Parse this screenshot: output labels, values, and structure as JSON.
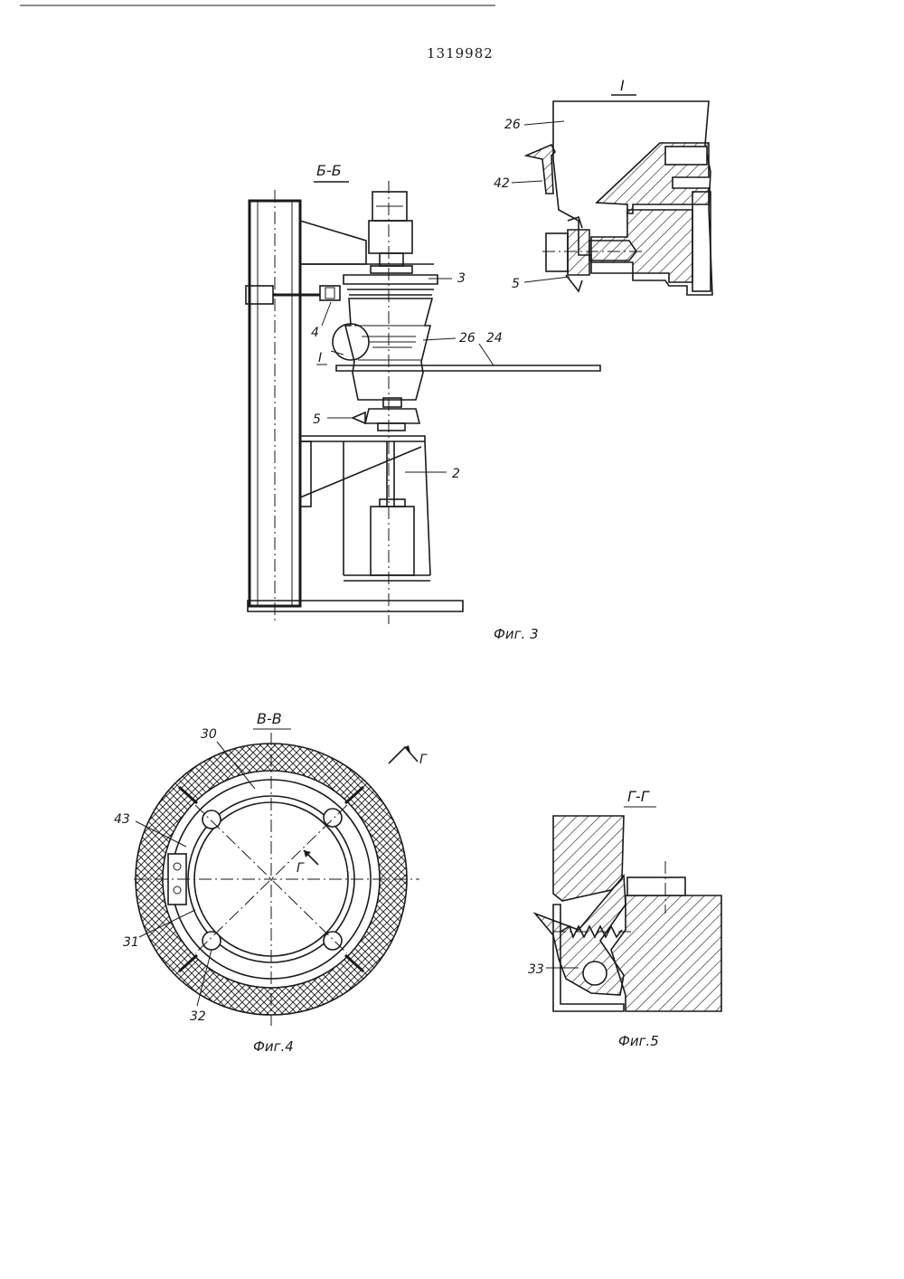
{
  "document": {
    "patent_number": "1319982"
  },
  "figure3": {
    "section_label": "Б-Б",
    "detail_marker": "I",
    "caption": "Фиг. 3",
    "labels": [
      "3",
      "4",
      "26",
      "24",
      "5",
      "2",
      "I"
    ]
  },
  "detail_I": {
    "title": "I",
    "labels": [
      "26",
      "42",
      "5"
    ]
  },
  "figure4": {
    "section_label": "В-В",
    "cut_marker": "Г",
    "inner_marker": "Г",
    "caption": "Фиг.4",
    "labels": [
      "30",
      "43",
      "31",
      "32"
    ]
  },
  "figure5": {
    "section_label": "Г-Г",
    "caption": "Фиг.5",
    "labels": [
      "33"
    ]
  }
}
